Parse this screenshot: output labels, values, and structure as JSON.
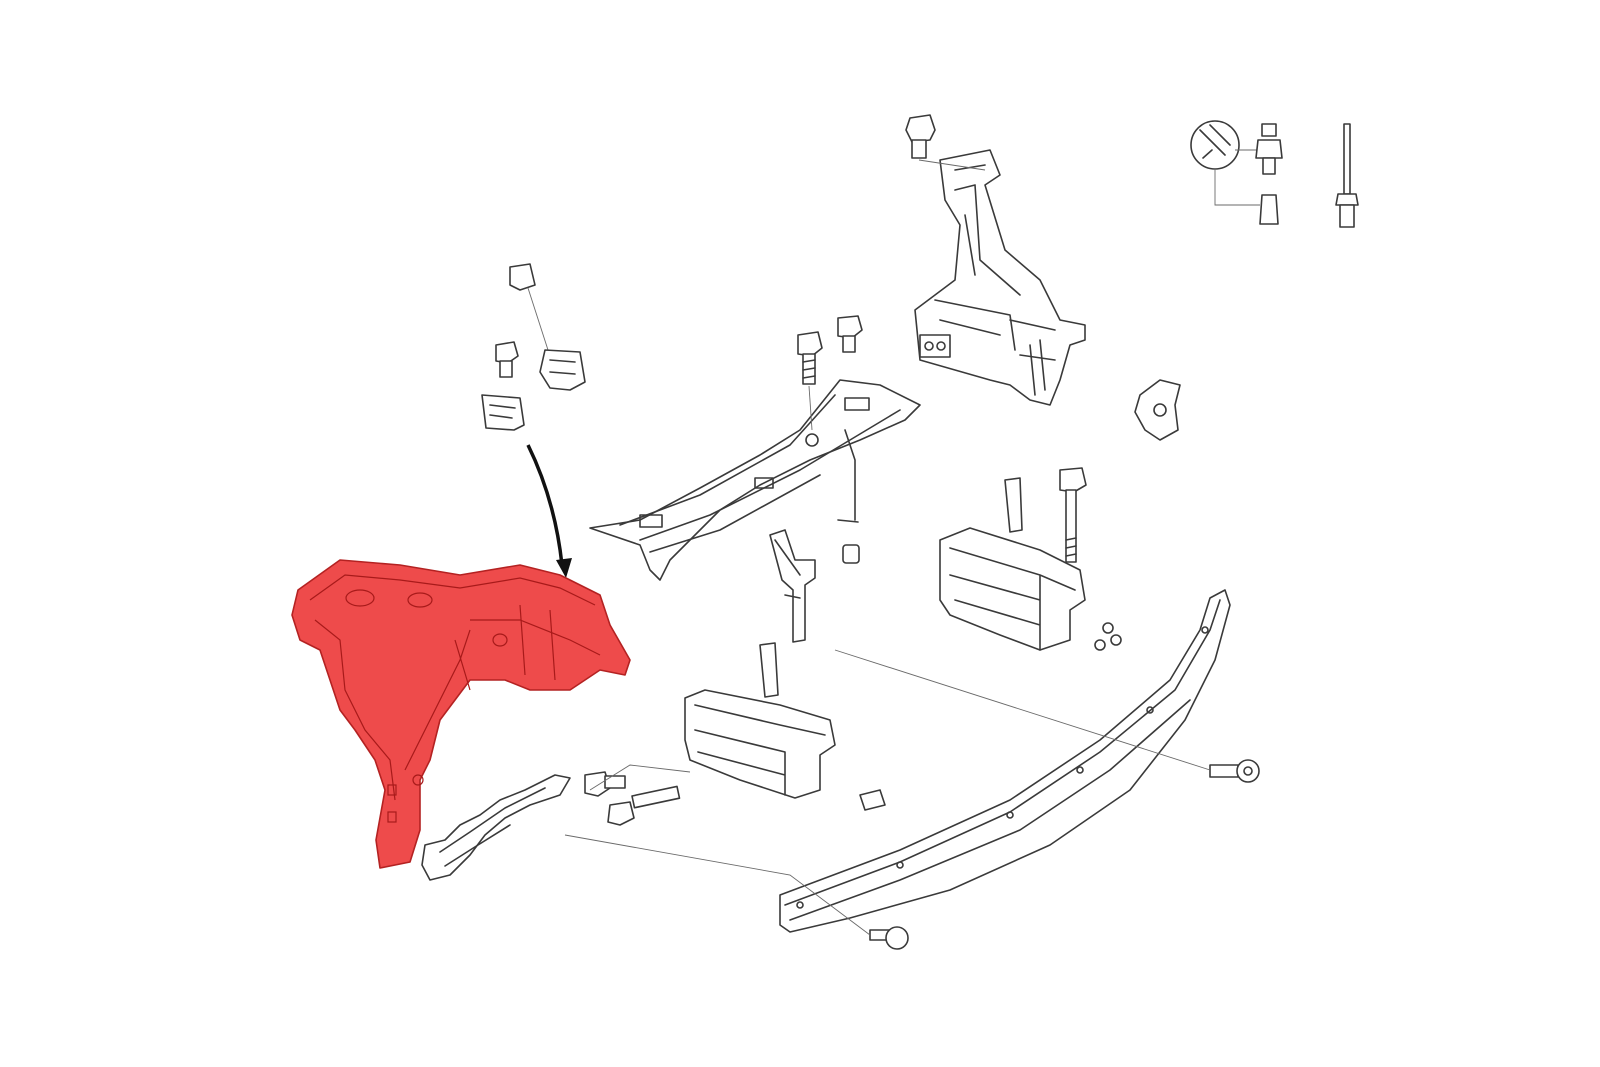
{
  "diagram": {
    "highlight_color": "#ee4b4b",
    "line_color": "#3a3a3a",
    "background": "#ffffff",
    "highlighted_part": "left-side-headlamp-support-bracket",
    "parts": [
      "radiator-support-side-bracket-highlighted",
      "upper-tie-bar",
      "right-side-support",
      "lower-tie-bar-bumper-reinforcement",
      "lower-crossmember-left",
      "lower-crossmember-right",
      "wire-bracket",
      "hood-latch-clip",
      "push-clip",
      "flange-bolts",
      "long-bolt",
      "rivet-and-nut-kit"
    ]
  }
}
